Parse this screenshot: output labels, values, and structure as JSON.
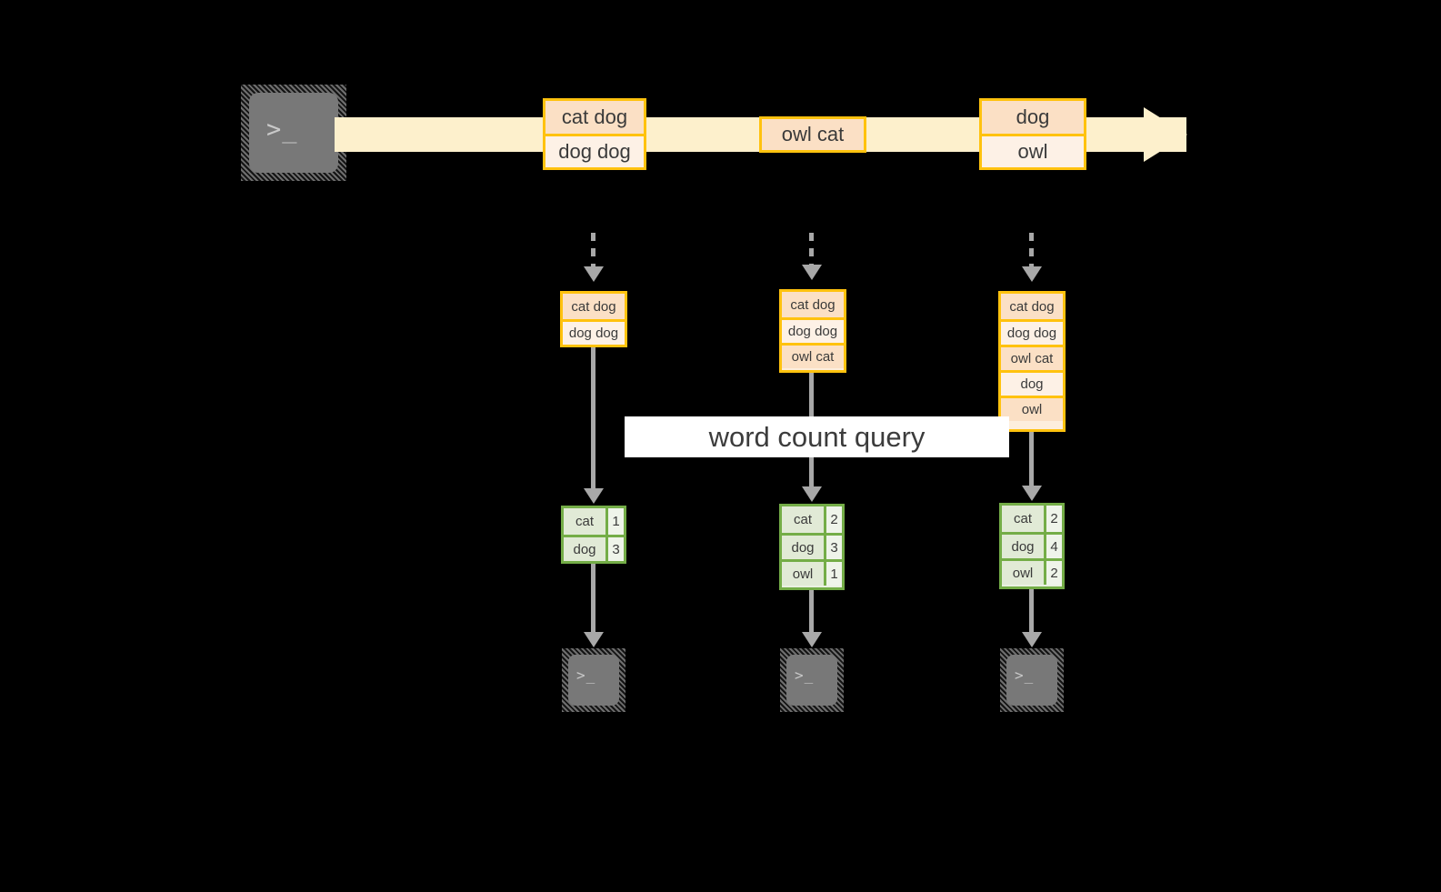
{
  "diagram": {
    "title": "word count query streaming diagram",
    "colors": {
      "background": "#000000",
      "stream_band": "#fdf0cc",
      "record_border": "#ffc20e",
      "record_fill_dark": "#fbe0c5",
      "record_fill_light": "#fdf1e6",
      "result_border": "#74ad47",
      "result_fill_key": "#e1ead6",
      "result_fill_val": "#eff4ea",
      "connector": "#a8a8a8",
      "terminal_body": "#787878",
      "label_fill": "#ffffff"
    },
    "source": {
      "icon": "terminal-icon",
      "glyph": ">_"
    },
    "stream": {
      "records": [
        {
          "name": "record-group-1",
          "lines": [
            "cat dog",
            "dog dog"
          ]
        },
        {
          "name": "record-group-2",
          "lines": [
            "owl cat"
          ]
        },
        {
          "name": "record-group-3",
          "lines": [
            "dog",
            "owl"
          ]
        }
      ]
    },
    "query_label": "word count query",
    "snapshots": [
      {
        "name": "snapshot-1",
        "input_lines": [
          "cat dog",
          "dog dog"
        ],
        "result_header": null,
        "result_rows": [
          {
            "word": "cat",
            "count": "1"
          },
          {
            "word": "dog",
            "count": "3"
          }
        ],
        "sink_glyph": ">_"
      },
      {
        "name": "snapshot-2",
        "input_lines": [
          "cat dog",
          "dog dog",
          "owl cat"
        ],
        "result_header": null,
        "result_rows": [
          {
            "word": "cat",
            "count": "2"
          },
          {
            "word": "dog",
            "count": "3"
          },
          {
            "word": "owl",
            "count": "1"
          }
        ],
        "sink_glyph": ">_"
      },
      {
        "name": "snapshot-3",
        "input_lines": [
          "cat dog",
          "dog dog",
          "owl cat",
          "dog",
          "owl"
        ],
        "result_header": null,
        "result_rows": [
          {
            "word": "cat",
            "count": "2"
          },
          {
            "word": "dog",
            "count": "4"
          },
          {
            "word": "owl",
            "count": "2"
          }
        ],
        "sink_glyph": ">_"
      }
    ]
  }
}
